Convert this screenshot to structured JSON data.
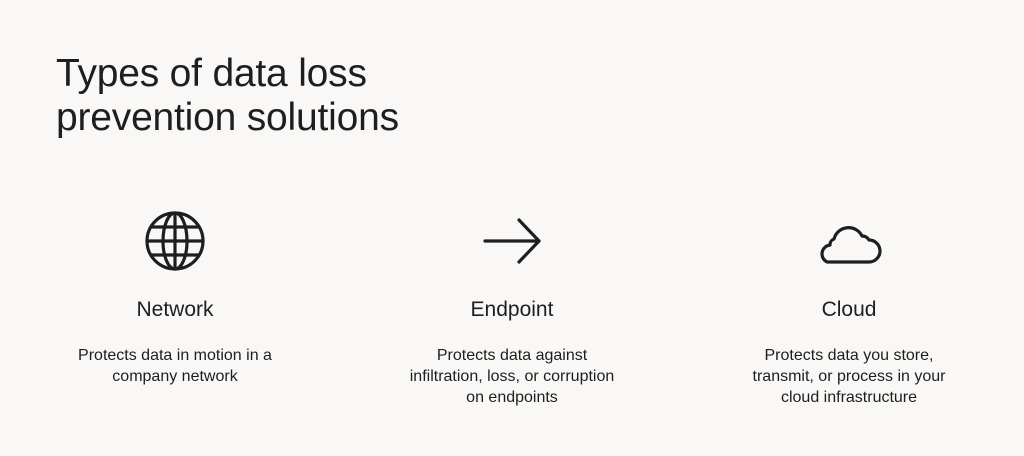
{
  "header": {
    "title_line1": "Types of data loss",
    "title_line2": "prevention solutions"
  },
  "solutions": [
    {
      "icon": "globe-icon",
      "label": "Network",
      "desc_line1": "Protects data in motion in a",
      "desc_line2": "company network",
      "desc_line3": ""
    },
    {
      "icon": "arrow-right-icon",
      "label": "Endpoint",
      "desc_line1": "Protects data against",
      "desc_line2": "infiltration, loss, or corruption",
      "desc_line3": "on endpoints"
    },
    {
      "icon": "cloud-icon",
      "label": "Cloud",
      "desc_line1": "Protects data you store,",
      "desc_line2": "transmit, or process in your",
      "desc_line3": "cloud infrastructure"
    }
  ],
  "colors": {
    "background": "#f9f8f6",
    "text": "#1e1e1e"
  }
}
